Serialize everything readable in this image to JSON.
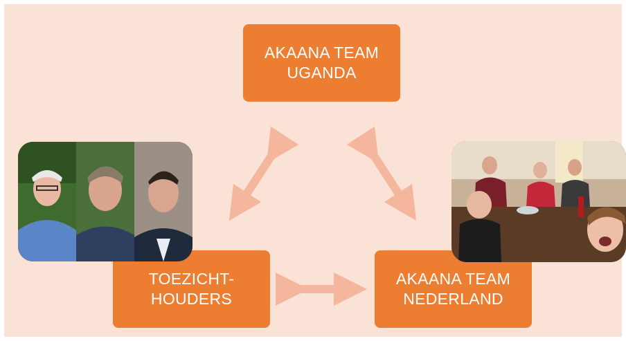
{
  "boxes": {
    "uganda": "AKAANA TEAM\nUGANDA",
    "toezicht": "TOEZICHT-\nHOUDERS",
    "nederland": "AKAANA TEAM\nNEDERLAND"
  },
  "colors": {
    "background": "#fae3d6",
    "box": "#ed7d31",
    "arrow": "#f4b69d"
  },
  "photos": {
    "left": "portrait-photos-of-three-men",
    "right": "group-photo-at-dinner-table"
  }
}
